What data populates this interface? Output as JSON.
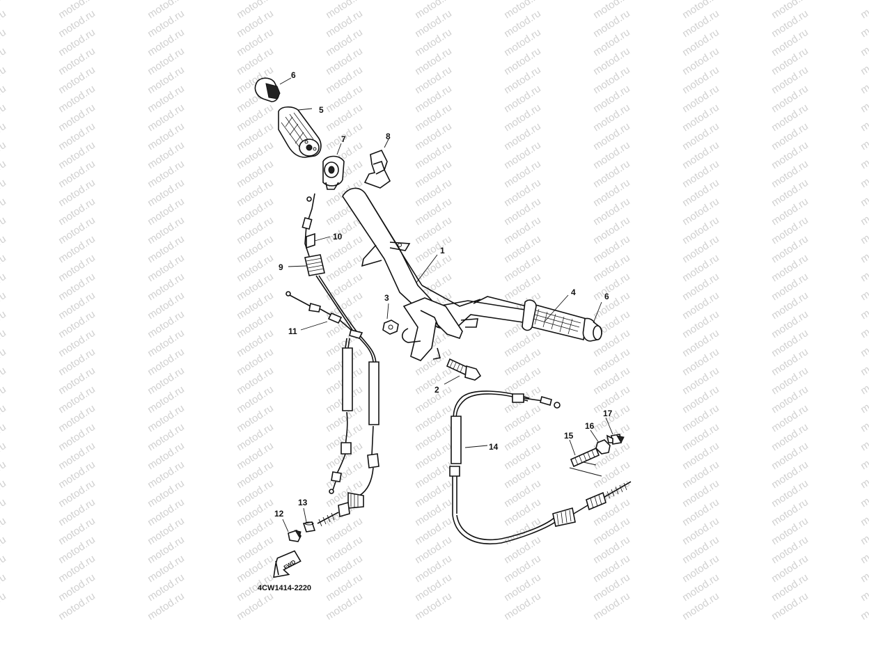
{
  "watermark": {
    "text": "motod.ru",
    "color": "#d0d0d0"
  },
  "diagram": {
    "code": "4CW1414-2220",
    "fwd_label": "FWD",
    "callouts": [
      {
        "id": "1",
        "text": "1"
      },
      {
        "id": "2",
        "text": "2"
      },
      {
        "id": "3",
        "text": "3"
      },
      {
        "id": "4",
        "text": "4"
      },
      {
        "id": "5",
        "text": "5"
      },
      {
        "id": "6a",
        "text": "6"
      },
      {
        "id": "6b",
        "text": "6"
      },
      {
        "id": "7",
        "text": "7"
      },
      {
        "id": "8",
        "text": "8"
      },
      {
        "id": "9",
        "text": "9"
      },
      {
        "id": "10",
        "text": "10"
      },
      {
        "id": "11",
        "text": "11"
      },
      {
        "id": "12",
        "text": "12"
      },
      {
        "id": "13",
        "text": "13"
      },
      {
        "id": "14",
        "text": "14"
      },
      {
        "id": "15",
        "text": "15"
      },
      {
        "id": "16",
        "text": "16"
      },
      {
        "id": "17",
        "text": "17"
      }
    ]
  }
}
